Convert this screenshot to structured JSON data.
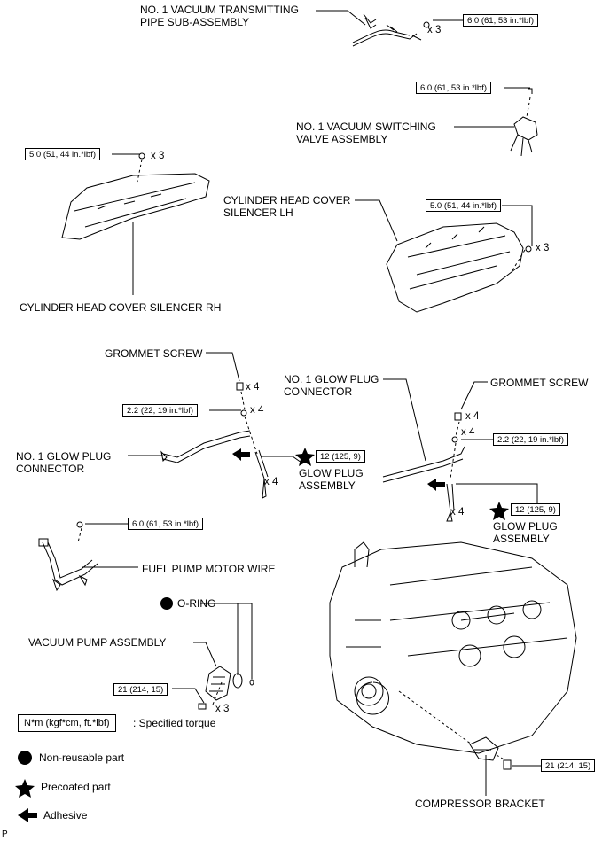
{
  "labels": {
    "vacuum_pipe": [
      "NO. 1 VACUUM TRANSMITTING",
      "PIPE SUB-ASSEMBLY"
    ],
    "vacuum_valve": [
      "NO. 1 VACUUM SWITCHING",
      "VALVE ASSEMBLY"
    ],
    "silencer_lh": [
      "CYLINDER HEAD COVER",
      "SILENCER LH"
    ],
    "silencer_rh": "CYLINDER HEAD COVER SILENCER RH",
    "grommet_screw_left": "GROMMET SCREW",
    "grommet_screw_right": "GROMMET SCREW",
    "glow_connector_top": [
      "NO. 1 GLOW PLUG",
      "CONNECTOR"
    ],
    "glow_connector_left": [
      "NO. 1 GLOW PLUG",
      "CONNECTOR"
    ],
    "glow_plug_left": [
      "GLOW PLUG",
      "ASSEMBLY"
    ],
    "glow_plug_right": [
      "GLOW PLUG",
      "ASSEMBLY"
    ],
    "fuel_pump_wire": "FUEL PUMP MOTOR WIRE",
    "o_ring": "O-RING",
    "vacuum_pump": "VACUUM PUMP ASSEMBLY",
    "compressor_bracket": "COMPRESSOR BRACKET",
    "page_code": "P"
  },
  "torques": {
    "pipe": "6.0 (61, 53 in.*lbf)",
    "valve": "6.0 (61, 53 in.*lbf)",
    "silencer_rh": "5.0 (51, 44 in.*lbf)",
    "silencer_lh": "5.0 (51, 44 in.*lbf)",
    "glow_connector_left": "2.2 (22, 19 in.*lbf)",
    "glow_connector_right": "2.2 (22, 19 in.*lbf)",
    "glow_plug_left": "12 (125, 9)",
    "glow_plug_right": "12 (125, 9)",
    "fuel_wire": "6.0 (61, 53 in.*lbf)",
    "vacuum_pump": "21 (214, 15)",
    "bracket": "21 (214, 15)"
  },
  "quantities": {
    "pipe": "x 3",
    "silencer_rh": "x 3",
    "silencer_lh": "x 3",
    "grommet_left": "x 4",
    "glow_conn_left": "x 4",
    "glow_plug_left": "x 4",
    "grommet_right": "x 4",
    "glow_conn_right": "x 4",
    "glow_plug_right": "x 4",
    "vacuum_pump": "x 3"
  },
  "legend": {
    "torque_unit": "N*m (kgf*cm, ft.*lbf)",
    "torque_desc": ": Specified torque",
    "non_reusable": "Non-reusable part",
    "precoated": "Precoated part",
    "adhesive": "Adhesive"
  }
}
